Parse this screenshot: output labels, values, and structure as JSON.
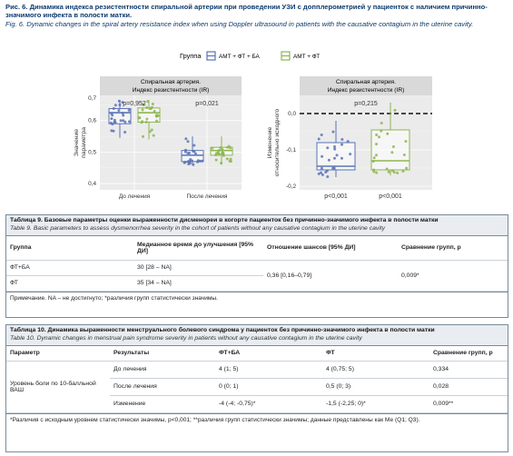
{
  "caption": {
    "ru": "Рис. 6. Динамика индекса резистентности спиральной артерии при проведении УЗИ с допплерометрией у пациенток с наличием причинно-значимого инфекта в полости матки.",
    "en": "Fig. 6. Dynamic changes in the spiral artery resistance index when using Doppler ultrasound in patients with the causative contagium in the uterine cavity."
  },
  "legend": {
    "title": "Группа",
    "items": [
      {
        "label": "АМТ + ФТ + БА",
        "color": "#5a73b5"
      },
      {
        "label": "АМТ + ФТ",
        "color": "#8db650"
      }
    ]
  },
  "chart_data": [
    {
      "type": "box",
      "title": "Спиральная артерия. Индекс резистентности (IR)",
      "ylabel": "Значение параметра",
      "ylim": [
        0.4,
        0.7
      ],
      "yticks": [
        "0,4",
        "0,5",
        "0,6",
        "0,7"
      ],
      "categories": [
        "До лечения",
        "После лечения"
      ],
      "pvalues": [
        "p=0,952",
        "p=0,021"
      ],
      "series": [
        {
          "name": "АМТ + ФТ + БА",
          "color": "#5a73b5",
          "boxes": [
            {
              "min": 0.545,
              "q1": 0.59,
              "median": 0.625,
              "q3": 0.638,
              "max": 0.665
            },
            {
              "min": 0.46,
              "q1": 0.47,
              "median": 0.49,
              "q3": 0.505,
              "max": 0.55
            }
          ]
        },
        {
          "name": "АМТ + ФТ",
          "color": "#8db650",
          "boxes": [
            {
              "min": 0.54,
              "q1": 0.595,
              "median": 0.625,
              "q3": 0.64,
              "max": 0.665
            },
            {
              "min": 0.46,
              "q1": 0.49,
              "median": 0.505,
              "q3": 0.515,
              "max": 0.55
            }
          ]
        }
      ]
    },
    {
      "type": "box",
      "title": "Спиральная артерия. Индекс резистентности (IR)",
      "ylabel": "Изменение относительно исходного",
      "ylim": [
        -0.2,
        0.05
      ],
      "yticks": [
        "-0,2",
        "-0,1",
        "0,0"
      ],
      "reference_line": 0.0,
      "categories": [
        "АМТ + ФТ + БА",
        "АМТ + ФТ"
      ],
      "pvalue": "p=0,215",
      "bottom_labels": [
        "p<0,001",
        "p<0,001"
      ],
      "series": [
        {
          "name": "АМТ + ФТ + БА",
          "color": "#5a73b5",
          "boxes": [
            {
              "min": -0.175,
              "q1": -0.155,
              "median": -0.145,
              "q3": -0.08,
              "max": -0.02
            }
          ]
        },
        {
          "name": "АМТ + ФТ",
          "color": "#8db650",
          "boxes": [
            {
              "min": -0.17,
              "q1": -0.155,
              "median": -0.13,
              "q3": -0.045,
              "max": 0.03
            }
          ]
        }
      ]
    }
  ],
  "table9": {
    "title_ru": "Таблица 9. Базовые параметры оценки выраженности дисменореи в когорте пациенток без причинно-значимого инфекта в полости матки",
    "title_en": "Table 9. Basic parameters to assess dysmenorrhea severity in the cohort of patients without any causative contagium in the uterine cavity",
    "headers": [
      "Группа",
      "Медианное время до улучшения [95% ДИ]",
      "Отношение шансов [95% ДИ]",
      "Сравнение групп, p"
    ],
    "rows": [
      {
        "group": "ФТ+БА",
        "median": "30 [28 – NA]"
      },
      {
        "group": "ФТ",
        "median": "35 [34 – NA]"
      }
    ],
    "odds_ratio": "0,36 [0,16–0,79]",
    "p": "0,009*",
    "note": "Примечание. NA – не достигнуто; *различия групп статистически значимы."
  },
  "table10": {
    "title_ru": "Таблица 10. Динамика выраженности менструального болевого синдрома у пациенток без причинно-значимого инфекта в полости матки",
    "title_en": "Table 10. Dynamic changes in menstrual pain syndrome severity in patients without any causative contagium in the uterine cavity",
    "headers": [
      "Параметр",
      "Результаты",
      "ФТ+БА",
      "ФТ",
      "Сравнение групп, p"
    ],
    "param": "Уровень боли по 10-балльной ВАШ",
    "rows": [
      {
        "result": "До лечения",
        "ftba": "4 (1; 5)",
        "ft": "4 (0,75; 5)",
        "p": "0,334"
      },
      {
        "result": "После лечения",
        "ftba": "0 (0; 1)",
        "ft": "0,5 (0; 3)",
        "p": "0,028"
      },
      {
        "result": "Изменение",
        "ftba": "-4 (-4; -0,75)*",
        "ft": "-1,5 (-2,25; 0)*",
        "p": "0,009**"
      }
    ],
    "note": "*Различия с исходным уровнем статистически значимы, p<0,001; **различия групп статистически значимы; данные представлены как Ме (Q1; Q3)."
  }
}
